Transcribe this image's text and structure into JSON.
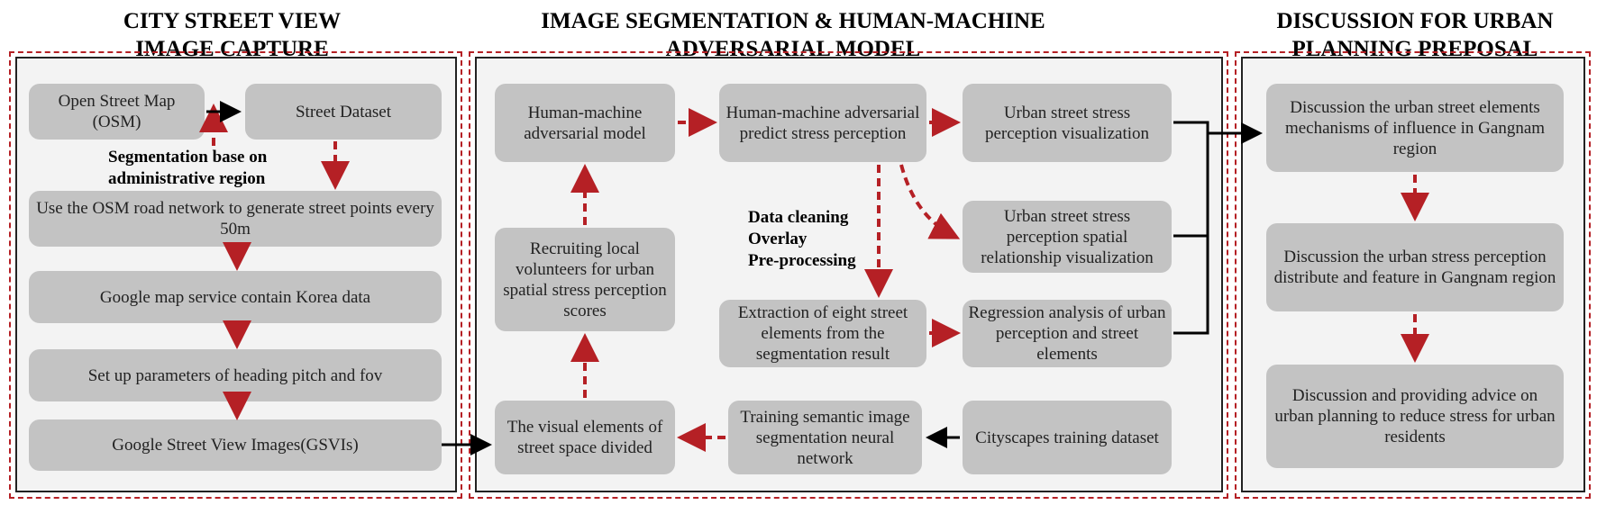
{
  "sections": {
    "left": {
      "title_line1": "CITY STREET VIEW",
      "title_line2": "IMAGE CAPTURE"
    },
    "middle": {
      "title_line1": "IMAGE SEGMENTATION & HUMAN-MACHINE",
      "title_line2": "ADVERSARIAL MODEL"
    },
    "right": {
      "title_line1": "DISCUSSION FOR URBAN",
      "title_line2": "PLANNING PREPOSAL"
    }
  },
  "left_boxes": {
    "osm": "Open Street Map (OSM)",
    "street_dataset": "Street Dataset",
    "osm_points": "Use the OSM road network to generate street points every 50m",
    "google_map": "Google map service contain Korea data",
    "parameters": "Set up parameters of heading pitch and fov",
    "gsvi": "Google Street View Images(GSVIs)"
  },
  "left_note": {
    "line1": "Segmentation base on",
    "line2": "administrative region"
  },
  "middle_boxes": {
    "hm_model": "Human-machine adversarial model",
    "hm_predict": "Human-machine adversarial predict stress perception",
    "stress_vis": "Urban street stress perception visualization",
    "spatial_vis": "Urban street stress perception spatial relationship visualization",
    "recruiting": "Recruiting local volunteers for urban spatial stress perception scores",
    "extraction": "Extraction of eight street elements from the segmentation result",
    "regression": "Regression analysis of urban perception and street elements",
    "visual_elements": "The visual elements of street space divided",
    "training": "Training semantic image segmentation neural network",
    "cityscapes": "Cityscapes training dataset"
  },
  "middle_note": {
    "line1": "Data cleaning",
    "line2": "Overlay",
    "line3": "Pre-processing"
  },
  "right_boxes": {
    "mechanisms": "Discussion the urban street elements mechanisms of influence in Gangnam region",
    "distribution": "Discussion the urban stress perception distribute and feature in  Gangnam region",
    "advice": "Discussion and providing advice on urban planning to reduce stress for urban residents"
  },
  "colors": {
    "dashed_arrow": "#b52025",
    "solid_arrow": "#000000",
    "box_fill": "#c3c3c3",
    "panel_fill": "#f3f3f3"
  }
}
